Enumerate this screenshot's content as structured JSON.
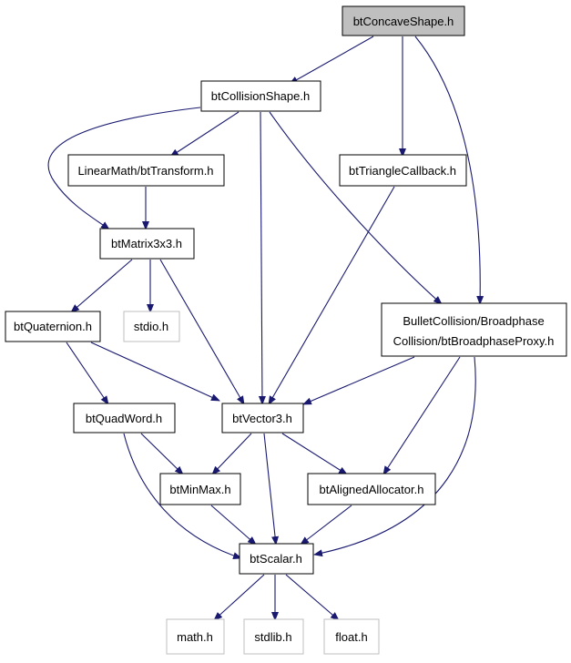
{
  "colors": {
    "edge": "#191970",
    "box_border": "#000000",
    "missing_border": "#bfbfbf",
    "root_fill": "#bfbfbf",
    "box_fill": "#ffffff"
  },
  "nodes": {
    "concave": {
      "label": "btConcaveShape.h",
      "style": "root"
    },
    "collision": {
      "label": "btCollisionShape.h",
      "style": "normal"
    },
    "transform": {
      "label": "LinearMath/btTransform.h",
      "style": "normal"
    },
    "triangle": {
      "label": "btTriangleCallback.h",
      "style": "normal"
    },
    "matrix": {
      "label": "btMatrix3x3.h",
      "style": "normal"
    },
    "proxy": {
      "label": [
        "BulletCollision/Broadphase",
        "Collision/btBroadphaseProxy.h"
      ],
      "style": "normal"
    },
    "quaternion": {
      "label": "btQuaternion.h",
      "style": "normal"
    },
    "stdio": {
      "label": "stdio.h",
      "style": "missing"
    },
    "quadword": {
      "label": "btQuadWord.h",
      "style": "normal"
    },
    "vector3": {
      "label": "btVector3.h",
      "style": "normal"
    },
    "minmax": {
      "label": "btMinMax.h",
      "style": "normal"
    },
    "aligned": {
      "label": "btAlignedAllocator.h",
      "style": "normal"
    },
    "scalar": {
      "label": "btScalar.h",
      "style": "normal"
    },
    "math": {
      "label": "math.h",
      "style": "missing"
    },
    "stdlib": {
      "label": "stdlib.h",
      "style": "missing"
    },
    "float": {
      "label": "float.h",
      "style": "missing"
    }
  },
  "edges": [
    [
      "concave",
      "collision"
    ],
    [
      "concave",
      "triangle"
    ],
    [
      "concave",
      "proxy"
    ],
    [
      "collision",
      "transform"
    ],
    [
      "collision",
      "matrix"
    ],
    [
      "collision",
      "vector3"
    ],
    [
      "collision",
      "proxy"
    ],
    [
      "transform",
      "matrix"
    ],
    [
      "triangle",
      "vector3"
    ],
    [
      "matrix",
      "quaternion"
    ],
    [
      "matrix",
      "stdio"
    ],
    [
      "matrix",
      "vector3"
    ],
    [
      "proxy",
      "vector3"
    ],
    [
      "proxy",
      "aligned"
    ],
    [
      "proxy",
      "scalar"
    ],
    [
      "quaternion",
      "quadword"
    ],
    [
      "quaternion",
      "vector3"
    ],
    [
      "quadword",
      "minmax"
    ],
    [
      "quadword",
      "scalar"
    ],
    [
      "vector3",
      "minmax"
    ],
    [
      "vector3",
      "aligned"
    ],
    [
      "vector3",
      "scalar"
    ],
    [
      "minmax",
      "scalar"
    ],
    [
      "aligned",
      "scalar"
    ],
    [
      "scalar",
      "math"
    ],
    [
      "scalar",
      "stdlib"
    ],
    [
      "scalar",
      "float"
    ]
  ]
}
